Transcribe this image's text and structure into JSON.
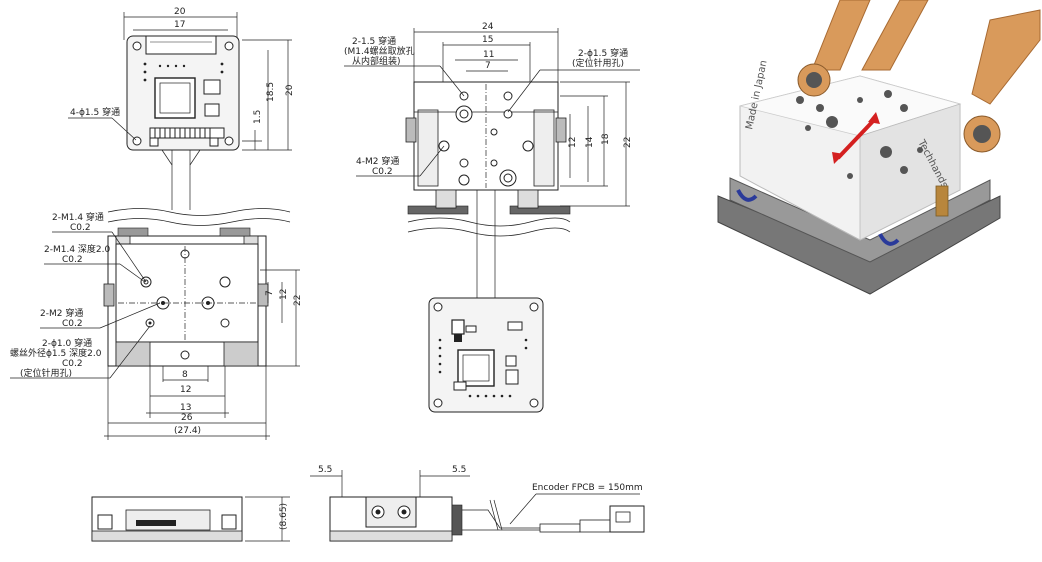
{
  "top_left_view": {
    "dim_width_20": "20",
    "dim_width_17": "17",
    "dim_height_20": "20",
    "dim_height_18_5": "18.5",
    "dim_offset_1_5": "1.5",
    "label_4_hole": "4-ϕ1.5 穿通"
  },
  "mid_left_view": {
    "label_m14_through": "2-M1.4 穿通",
    "label_m14_through_c": "C0.2",
    "label_m14_depth": "2-M1.4 深度2.0",
    "label_m14_depth_c": "C0.2",
    "label_m2_through": "2-M2 穿通",
    "label_m2_through_c": "C0.2",
    "label_pin_line1": "2-ϕ1.0 穿通",
    "label_pin_line2": "螺丝外径ϕ1.5 深度2.0",
    "label_pin_line3": "C0.2",
    "label_pin_line4": "(定位针用孔)",
    "dim_8": "8",
    "dim_12": "12",
    "dim_13": "13",
    "dim_26": "26",
    "dim_27_4": "(27.4)",
    "dim_v_7": "7",
    "dim_v_12": "12",
    "dim_v_22": "22"
  },
  "top_mid_view": {
    "dim_24": "24",
    "dim_15": "15",
    "dim_11": "11",
    "dim_7": "7",
    "label_m14_line1": "2-1.5 穿通",
    "label_m14_line2": "(M1.4螺丝取放孔",
    "label_m14_line3": "从内部组装)",
    "label_pin_line1": "2-ϕ1.5 穿通",
    "label_pin_line2": "(定位针用孔)",
    "label_m2_line1": "4-M2 穿通",
    "label_m2_line2": "C0.2",
    "dim_v_12": "12",
    "dim_v_14": "14",
    "dim_v_18": "18",
    "dim_v_22": "22"
  },
  "bottom_view": {
    "dim_height_8_65": "(8.65)",
    "dim_left_5_5": "5.5",
    "dim_right_5_5": "5.5",
    "label_encoder": "Encoder FPCB = 150mm"
  },
  "photo": {
    "print_made_in_japan": "Made in Japan",
    "print_brand": "Techhands",
    "arrow_color": "#d42020",
    "body_color": "#f2f2f2",
    "fpcb_color": "#d99a5b"
  }
}
